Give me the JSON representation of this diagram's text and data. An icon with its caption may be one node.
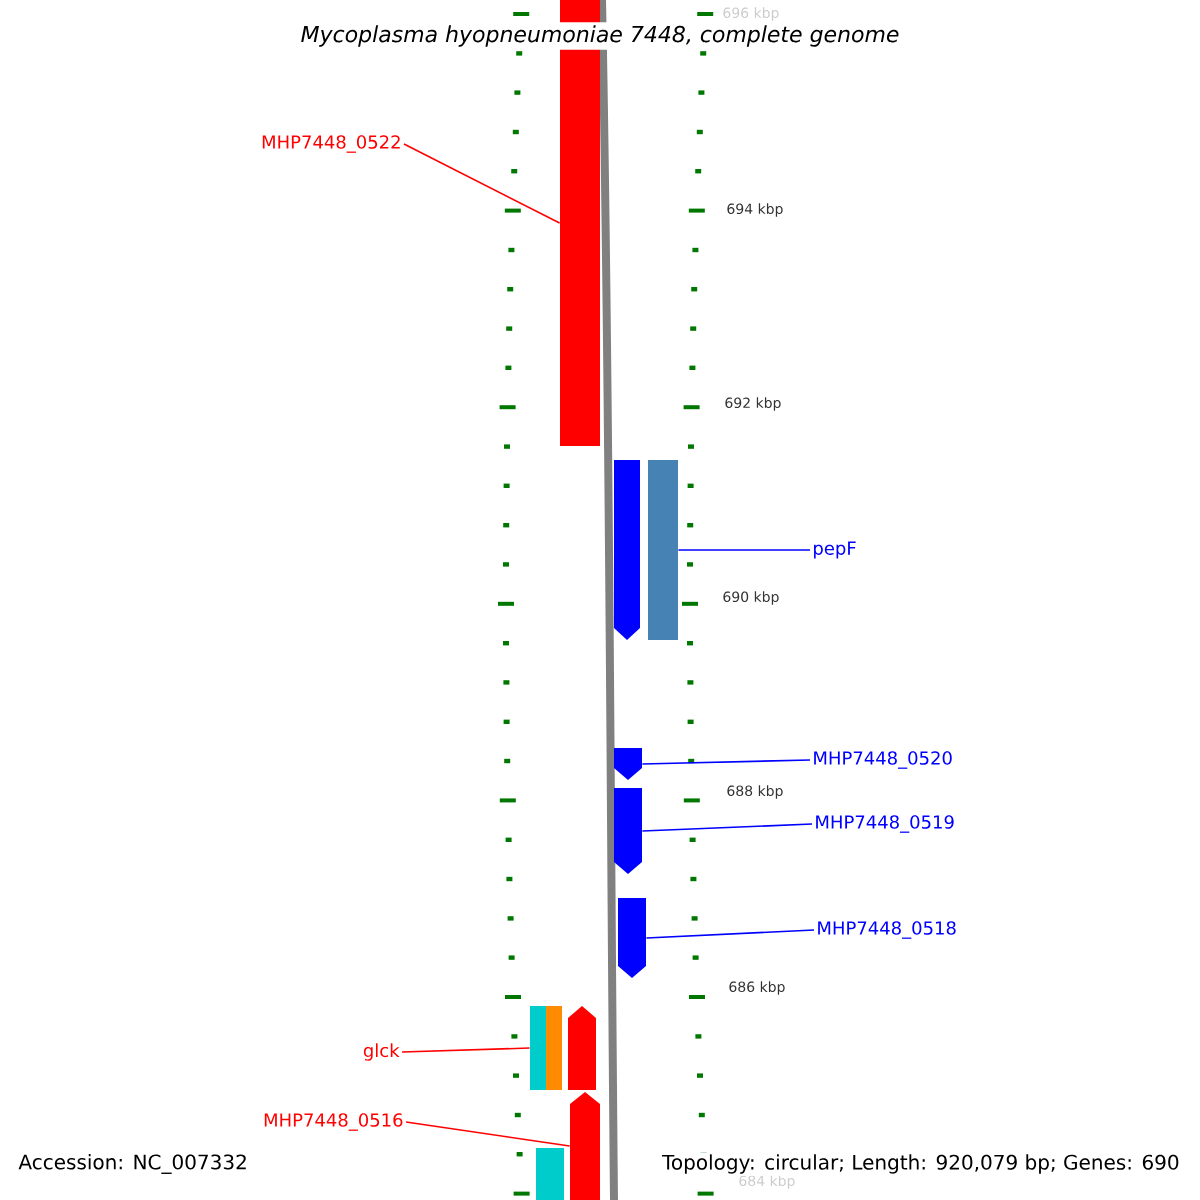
{
  "diagram": {
    "title": "Mycoplasma hyopneumoniae 7448, complete genome",
    "nodes": [
      {
        "text": [
          "MHP7448_0522"
        ]
      },
      {
        "text": [],
        "shape": "bar"
      },
      {
        "text": [
          "pepF"
        ]
      },
      {
        "text": [],
        "shape": "bar"
      },
      {
        "text": [],
        "shape": "bar"
      },
      {
        "text": [
          "MHP7448_0520"
        ]
      },
      {
        "text": [],
        "shape": "bar"
      },
      {
        "text": [
          "MHP7448_0519"
        ]
      },
      {
        "text": [],
        "shape": "bar"
      },
      {
        "text": [
          "MHP7448_0518"
        ]
      },
      {
        "text": [],
        "shape": "bar"
      },
      {
        "text": [
          "glck"
        ]
      },
      {
        "text": [],
        "shape": "bar"
      },
      {
        "text": [],
        "shape": "bar"
      },
      {
        "text": [],
        "shape": "bar"
      },
      {
        "text": [
          "MHP7448_0516"
        ]
      },
      {
        "text": [],
        "shape": "bar"
      },
      {
        "text": [],
        "shape": "bar"
      }
    ],
    "edges": [
      {
        "from": 0,
        "to": 1,
        "arrow": "none",
        "color": "#ff0000"
      },
      {
        "from": 2,
        "to": 3,
        "arrow": "none"
      },
      {
        "from": 5,
        "to": 6,
        "arrow": "none"
      },
      {
        "from": 7,
        "to": 8,
        "arrow": "none"
      },
      {
        "from": 9,
        "to": 10,
        "arrow": "none"
      },
      {
        "from": 11,
        "to": 12,
        "arrow": "none",
        "color": "#ff0000"
      },
      {
        "from": 15,
        "to": 16,
        "arrow": "none",
        "color": "#ff0000"
      }
    ],
    "labels": [
      "696 kbp",
      "694 kbp",
      "692 kbp",
      "690 kbp",
      "688 kbp",
      "686 kbp",
      "Accession: NC_007332",
      "Topology: circular; Length: 920,079 bp; Genes: 690",
      "684 kbp"
    ]
  }
}
